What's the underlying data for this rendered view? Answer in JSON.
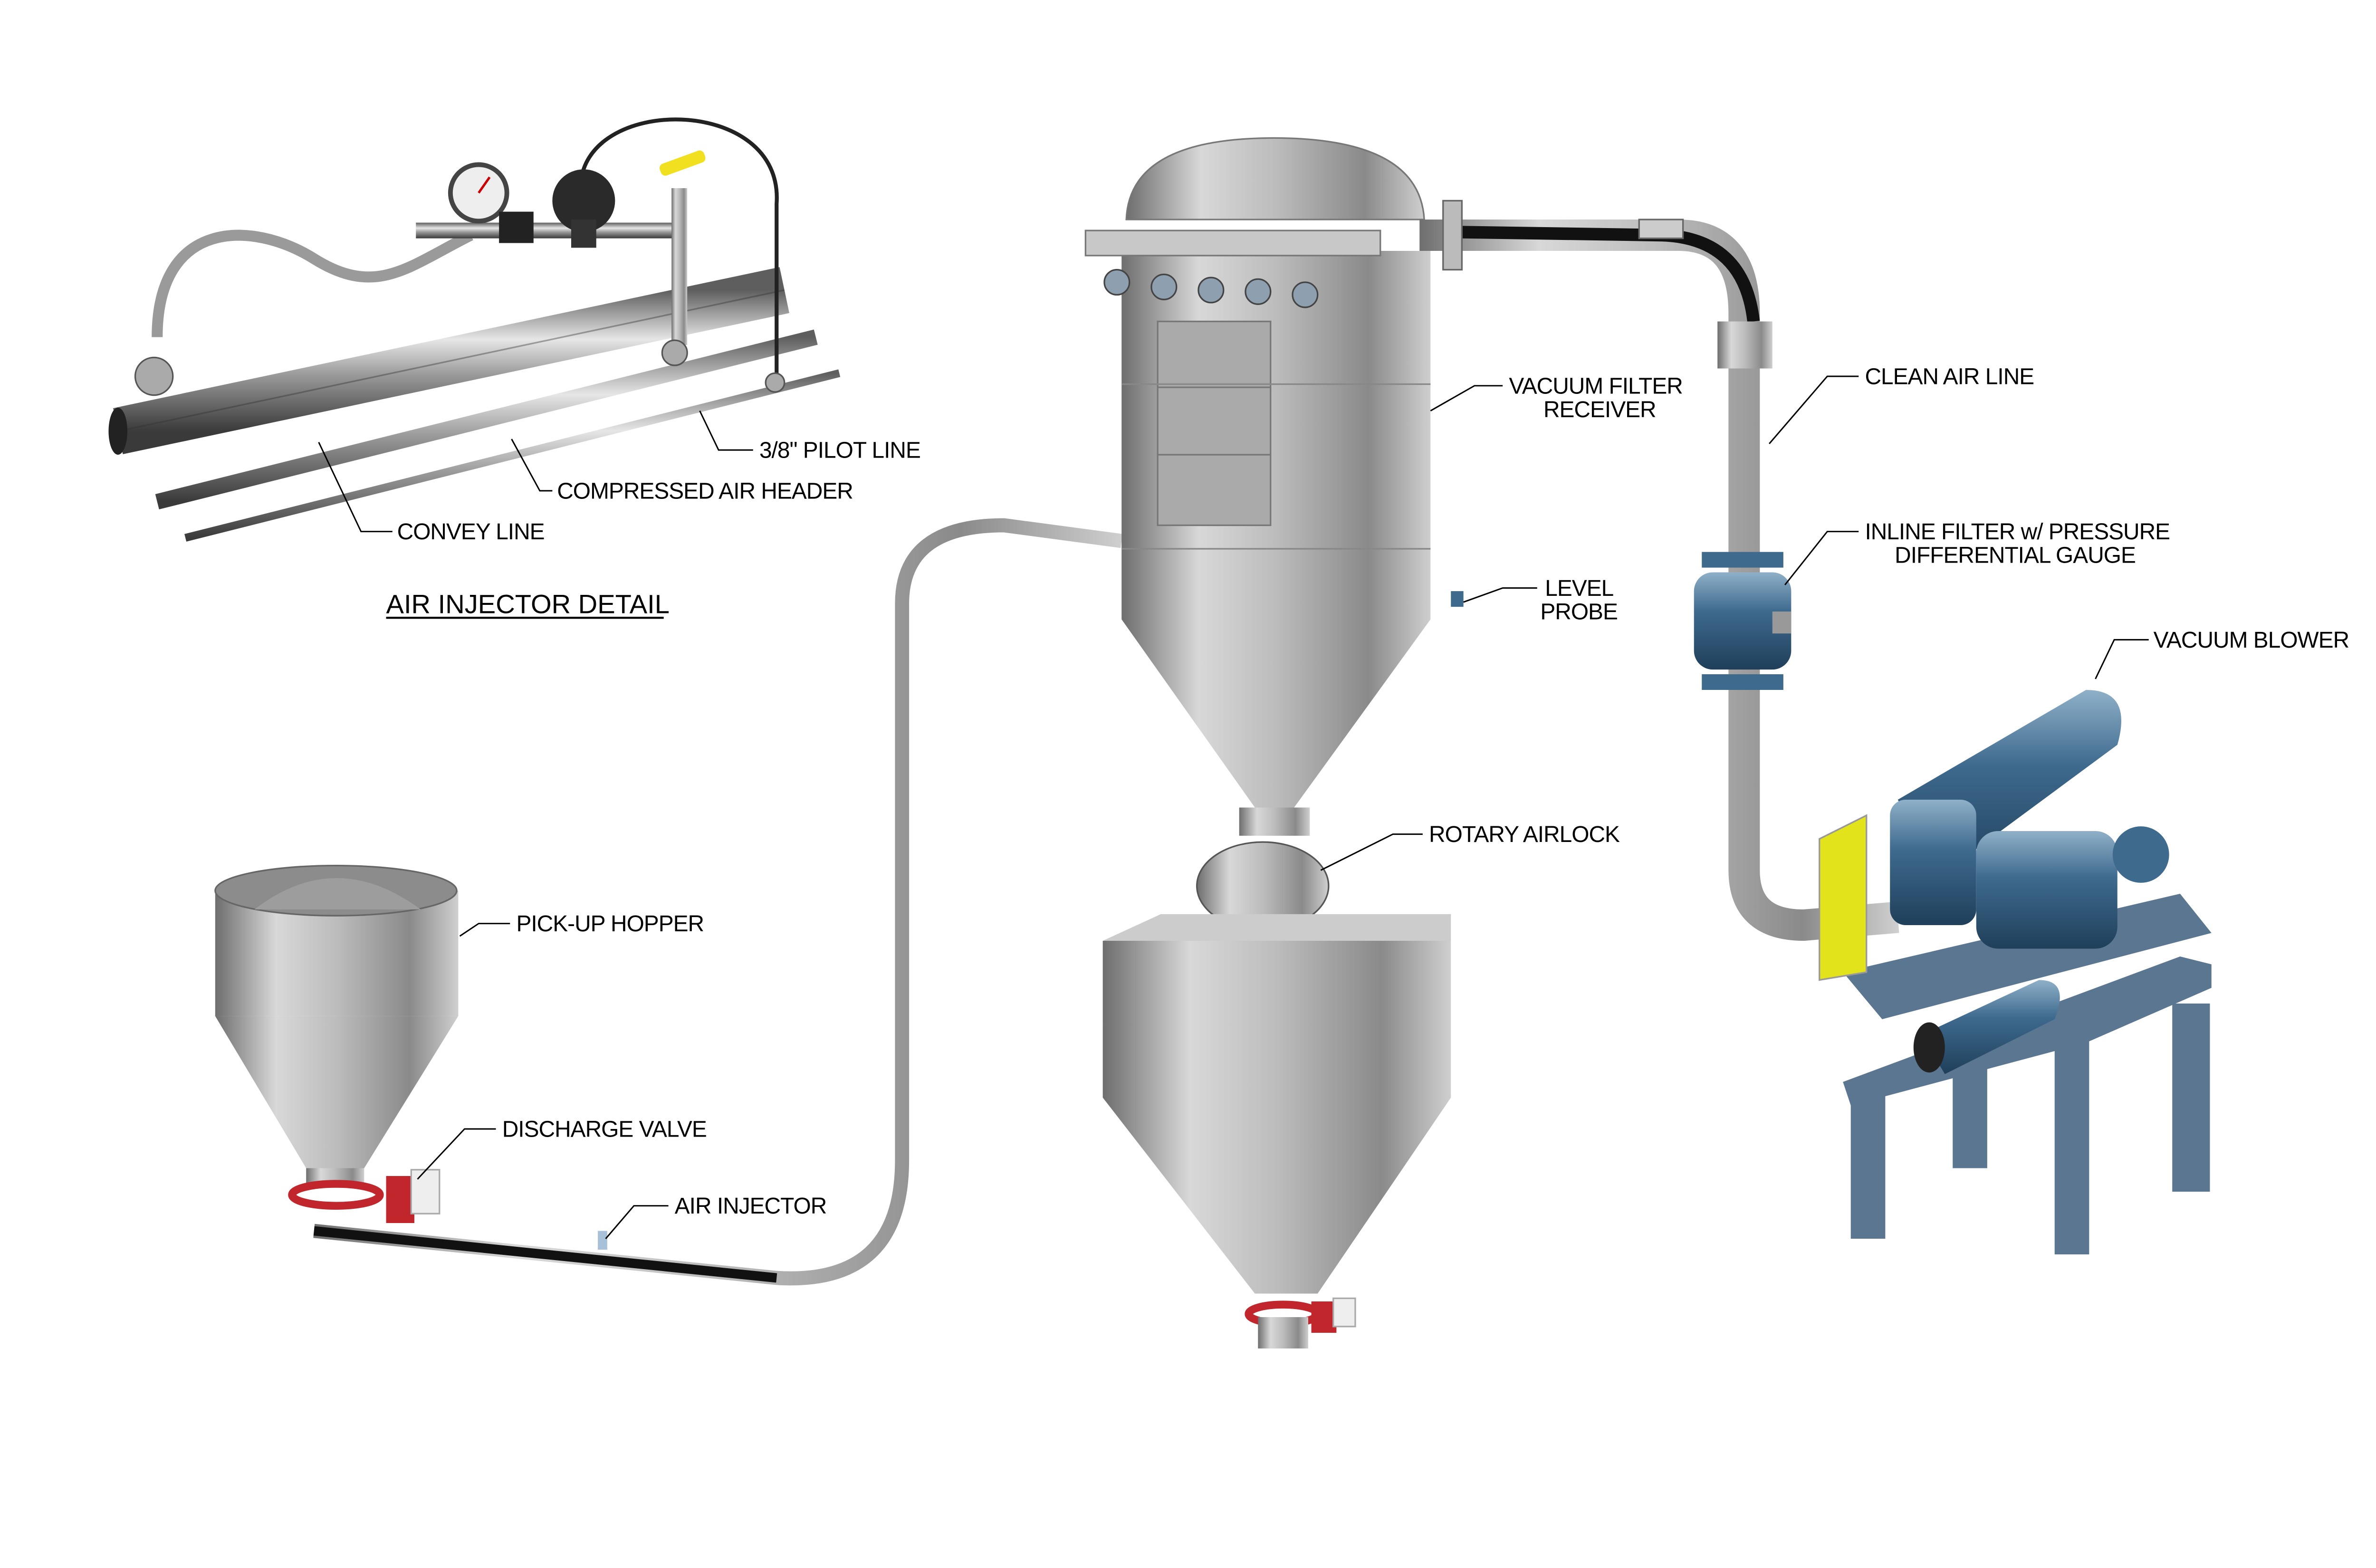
{
  "labels": {
    "pilot_line": "3/8\" PILOT LINE",
    "compressed_air_header": "COMPRESSED AIR HEADER",
    "convey_line": "CONVEY LINE",
    "air_injector_detail": "AIR INJECTOR DETAIL",
    "vacuum_filter_receiver": [
      "VACUUM FILTER",
      "RECEIVER"
    ],
    "clean_air_line": "CLEAN AIR LINE",
    "inline_filter": [
      "INLINE FILTER w/ PRESSURE",
      "DIFFERENTIAL GAUGE"
    ],
    "level_probe": [
      "LEVEL",
      "PROBE"
    ],
    "vacuum_blower": "VACUUM BLOWER",
    "rotary_airlock": "ROTARY AIRLOCK",
    "pickup_hopper": "PICK-UP HOPPER",
    "discharge_valve": "DISCHARGE VALVE",
    "air_injector": "AIR INJECTOR"
  },
  "colors": {
    "stainless": "#b5b5b5",
    "blower_blue": "#3e6a8e",
    "frame_blue": "#5a7690",
    "guard_yellow": "#e3e31c",
    "valve_red": "#c0262b"
  }
}
